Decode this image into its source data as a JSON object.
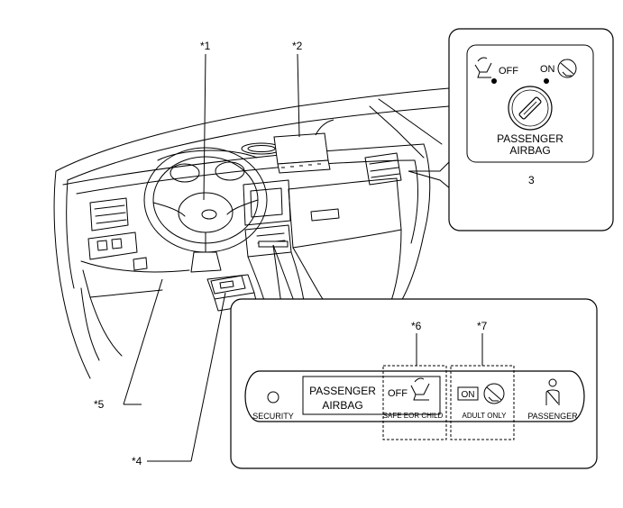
{
  "callouts": {
    "c1": "*1",
    "c2": "*2",
    "c3": "3",
    "c4": "*4",
    "c5": "*5",
    "c6": "*6",
    "c7": "*7"
  },
  "switch_panel": {
    "off_label": "OFF",
    "on_label": "ON",
    "title_line1": "PASSENGER",
    "title_line2": "AIRBAG"
  },
  "indicator_panel": {
    "security_label": "SECURITY",
    "airbag_line1": "PASSENGER",
    "airbag_line2": "AIRBAG",
    "off_label": "OFF",
    "off_caption": "SAFE EOR CHILD",
    "on_label": "ON",
    "on_caption": "ADULT ONLY",
    "passenger_label": "PASSENGER"
  },
  "icons": [
    "child-seat-icon",
    "no-child-seat-icon",
    "seatbelt-icon",
    "security-led-icon",
    "key-slot-icon"
  ]
}
